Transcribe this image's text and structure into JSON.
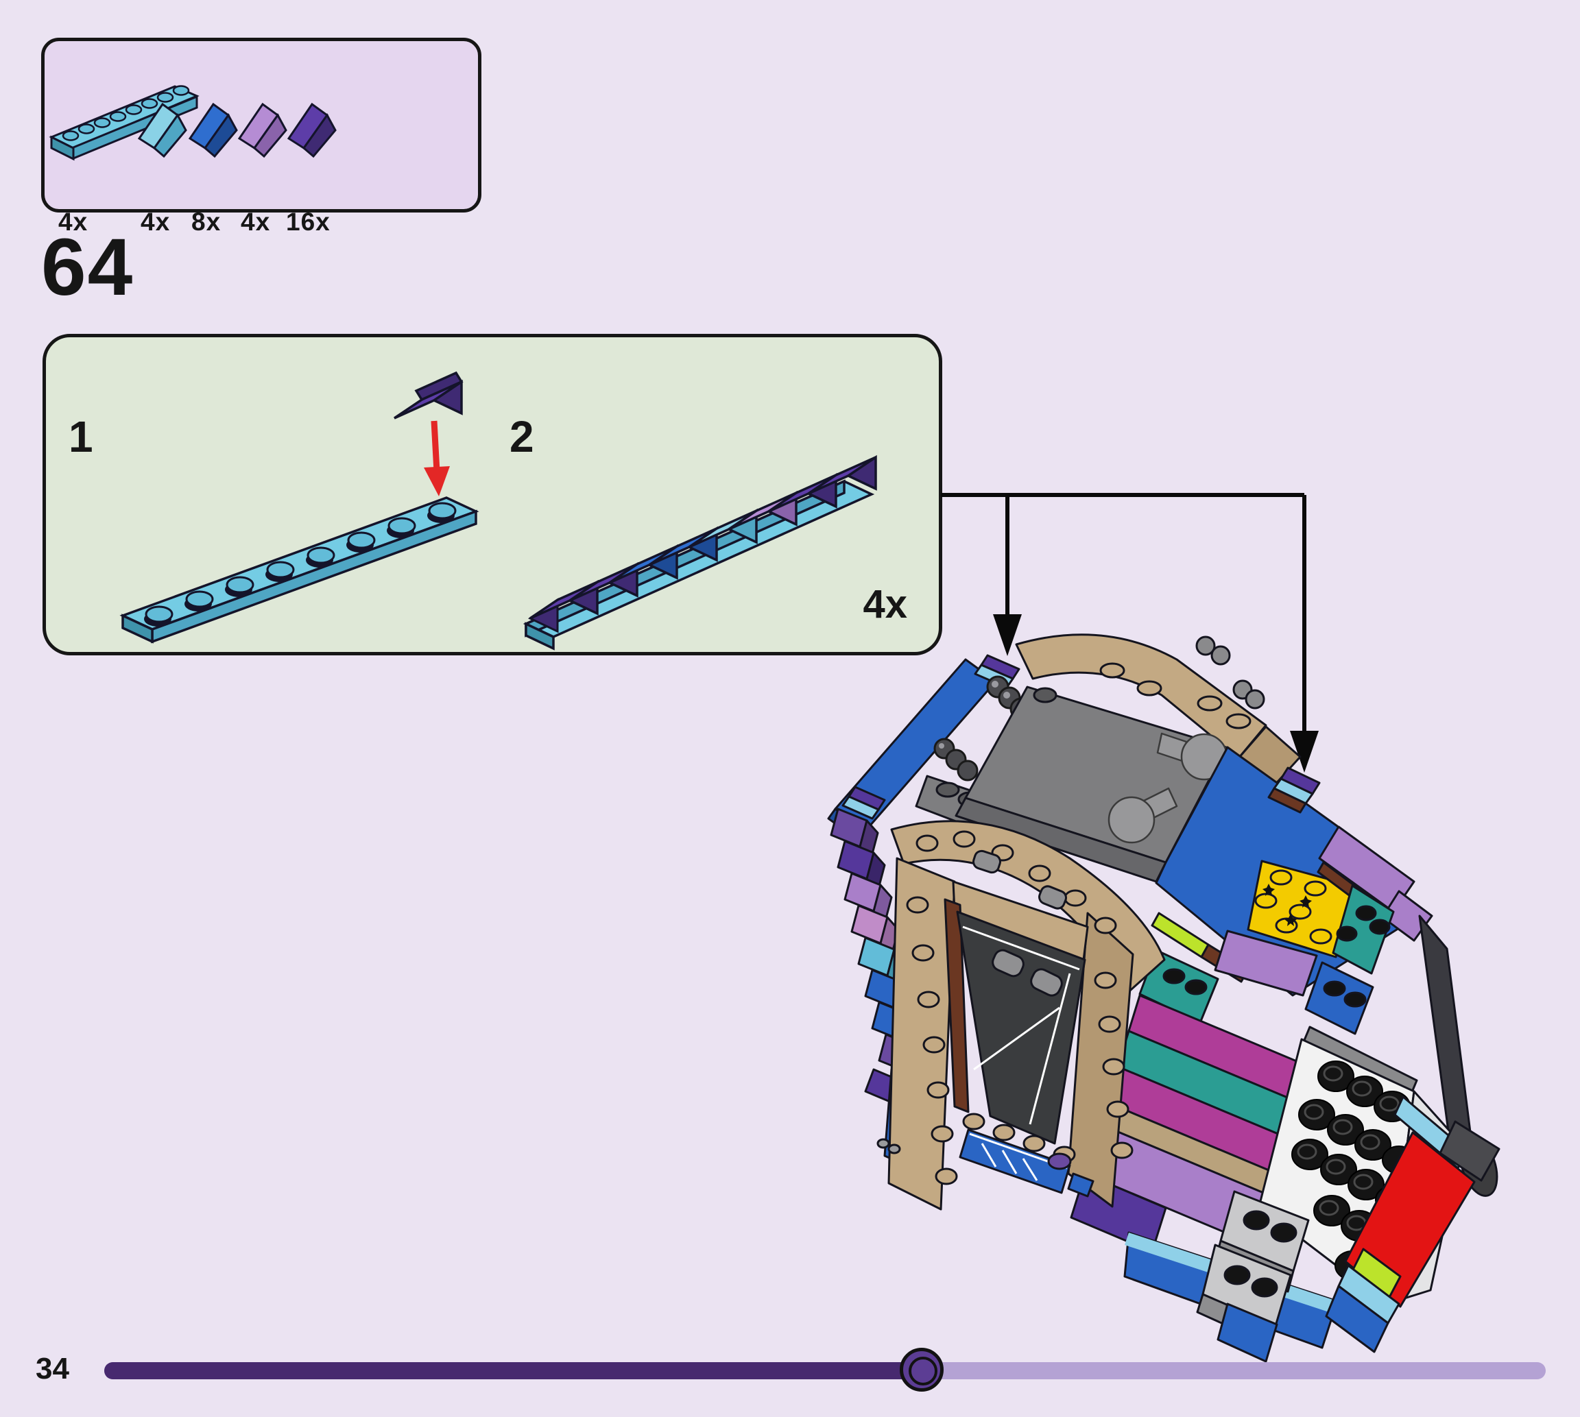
{
  "page": {
    "number": "34",
    "background": "#ebe3f2"
  },
  "parts_panel": {
    "background": "#e5d6ef",
    "items": [
      {
        "part": "plate-1x8",
        "color_name": "medium-azure",
        "color": "#62bcd8",
        "count": "4x"
      },
      {
        "part": "slope-1x1",
        "color_name": "medium-azure",
        "color": "#62bcd8",
        "count": "4x"
      },
      {
        "part": "slope-1x1",
        "color_name": "blue",
        "color": "#2a65c4",
        "count": "8x"
      },
      {
        "part": "slope-1x1",
        "color_name": "medium-lavender",
        "color": "#a97fc9",
        "count": "4x"
      },
      {
        "part": "slope-1x1",
        "color_name": "dark-purple",
        "color": "#55379b",
        "count": "16x"
      }
    ]
  },
  "step": {
    "number": "64"
  },
  "substep_panel": {
    "background": "#dfe8d7",
    "steps": [
      {
        "label": "1"
      },
      {
        "label": "2"
      }
    ],
    "multiplier": "4x",
    "place_arrow_color": "#e32726",
    "slope_sequence": [
      "dark-purple",
      "dark-purple",
      "blue",
      "blue",
      "medium-azure",
      "medium-lavender",
      "dark-purple",
      "dark-purple"
    ]
  },
  "callout": {
    "icon": "down-arrow-icon",
    "color": "#000000",
    "targets": 2
  },
  "model": {
    "name": "knight-bus-partial-assembly",
    "palette": {
      "blue": "#2a65c4",
      "medium_azure": "#62bcd8",
      "light_azure": "#8fd0e8",
      "dark_purple": "#55379b",
      "purple": "#6a4aa0",
      "medium_lavender": "#a97fc9",
      "pink_lavender": "#c08cc8",
      "magenta": "#af3d98",
      "dark_turquoise": "#2b9d93",
      "yellow": "#f3cb00",
      "lime": "#bce32b",
      "red": "#e31414",
      "tan": "#c3a983",
      "dark_tan": "#a08562",
      "brown": "#6b3722",
      "gray_plate": "#7e7e80",
      "light_gray": "#c9c9cb",
      "dark_gray": "#4a4a4e",
      "white": "#f2f2f2"
    }
  },
  "progress": {
    "page": "34",
    "track_done_color": "#47296f",
    "track_remaining_color": "#b4a2d4",
    "knob_color": "#5c3d94",
    "fraction_done": 0.57
  }
}
